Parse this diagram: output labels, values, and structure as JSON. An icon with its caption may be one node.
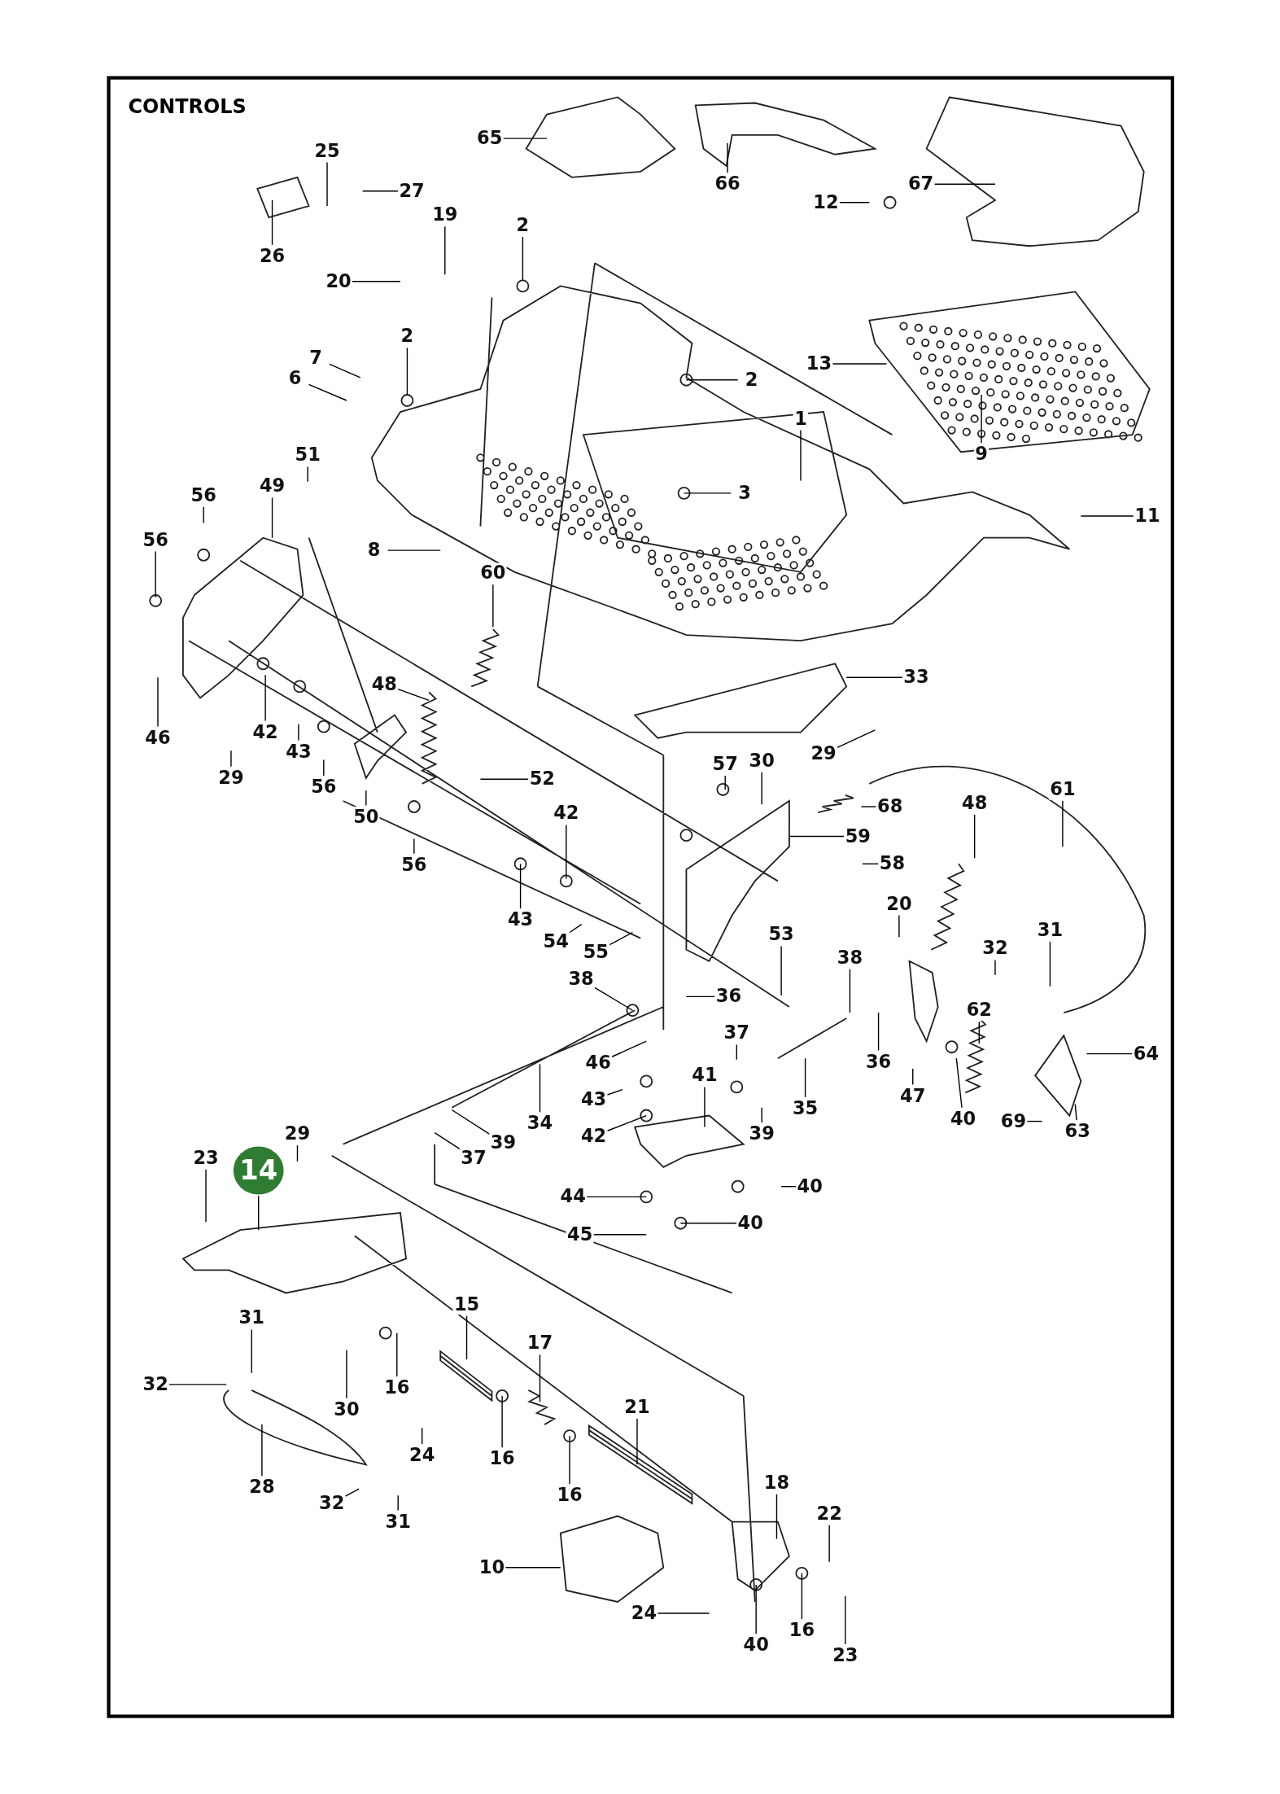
{
  "diagram": {
    "title": "CONTROLS",
    "nodes": [
      {
        "text": [
          "65"
        ]
      },
      {
        "text": [
          "66"
        ]
      },
      {
        "text": [
          "67"
        ]
      },
      {
        "text": [
          "25"
        ]
      },
      {
        "text": [
          "27"
        ]
      },
      {
        "text": [
          "19"
        ]
      },
      {
        "text": [
          "26"
        ]
      },
      {
        "text": [
          "12"
        ]
      },
      {
        "text": [
          "2"
        ]
      },
      {
        "text": [
          "20"
        ]
      },
      {
        "text": [
          "2"
        ]
      },
      {
        "text": [
          "7"
        ]
      },
      {
        "text": [
          "6"
        ]
      },
      {
        "text": [
          "13"
        ]
      },
      {
        "text": [
          "2"
        ]
      },
      {
        "text": [
          "1"
        ]
      },
      {
        "text": [
          "9"
        ]
      },
      {
        "text": [
          "3"
        ]
      },
      {
        "text": [
          "11"
        ]
      },
      {
        "text": [
          "51"
        ]
      },
      {
        "text": [
          "56"
        ]
      },
      {
        "text": [
          "49"
        ]
      },
      {
        "text": [
          "56"
        ]
      },
      {
        "text": [
          "8"
        ]
      },
      {
        "text": [
          "60"
        ]
      },
      {
        "text": [
          "33"
        ]
      },
      {
        "text": [
          "46"
        ]
      },
      {
        "text": [
          "42"
        ]
      },
      {
        "text": [
          "43"
        ]
      },
      {
        "text": [
          "29"
        ]
      },
      {
        "text": [
          "48"
        ]
      },
      {
        "text": [
          "56"
        ]
      },
      {
        "text": [
          "50"
        ]
      },
      {
        "text": [
          "52"
        ]
      },
      {
        "text": [
          "29"
        ]
      },
      {
        "text": [
          "57"
        ]
      },
      {
        "text": [
          "30"
        ]
      },
      {
        "text": [
          "61"
        ]
      },
      {
        "text": [
          "48"
        ]
      },
      {
        "text": [
          "68"
        ]
      },
      {
        "text": [
          "59"
        ]
      },
      {
        "text": [
          "58"
        ]
      },
      {
        "text": [
          "42"
        ]
      },
      {
        "text": [
          "56"
        ]
      },
      {
        "text": [
          "43"
        ]
      },
      {
        "text": [
          "54"
        ]
      },
      {
        "text": [
          "55"
        ]
      },
      {
        "text": [
          "53"
        ]
      },
      {
        "text": [
          "20"
        ]
      },
      {
        "text": [
          "38"
        ]
      },
      {
        "text": [
          "31"
        ]
      },
      {
        "text": [
          "32"
        ]
      },
      {
        "text": [
          "38"
        ]
      },
      {
        "text": [
          "36"
        ]
      },
      {
        "text": [
          "62"
        ]
      },
      {
        "text": [
          "46"
        ]
      },
      {
        "text": [
          "37"
        ]
      },
      {
        "text": [
          "36"
        ]
      },
      {
        "text": [
          "47"
        ]
      },
      {
        "text": [
          "40"
        ]
      },
      {
        "text": [
          "64"
        ]
      },
      {
        "text": [
          "41"
        ]
      },
      {
        "text": [
          "43"
        ]
      },
      {
        "text": [
          "35"
        ]
      },
      {
        "text": [
          "39"
        ]
      },
      {
        "text": [
          "34"
        ]
      },
      {
        "text": [
          "39"
        ]
      },
      {
        "text": [
          "42"
        ]
      },
      {
        "text": [
          "69"
        ]
      },
      {
        "text": [
          "63"
        ]
      },
      {
        "text": [
          "29"
        ]
      },
      {
        "text": [
          "37"
        ]
      },
      {
        "text": [
          "40"
        ]
      },
      {
        "text": [
          "23"
        ]
      },
      {
        "text": [
          "14"
        ]
      },
      {
        "text": [
          "44"
        ]
      },
      {
        "text": [
          "40"
        ]
      },
      {
        "text": [
          "45"
        ]
      },
      {
        "text": [
          "15"
        ]
      },
      {
        "text": [
          "31"
        ]
      },
      {
        "text": [
          "17"
        ]
      },
      {
        "text": [
          "16"
        ]
      },
      {
        "text": [
          "32"
        ]
      },
      {
        "text": [
          "30"
        ]
      },
      {
        "text": [
          "21"
        ]
      },
      {
        "text": [
          "24"
        ]
      },
      {
        "text": [
          "16"
        ]
      },
      {
        "text": [
          "28"
        ]
      },
      {
        "text": [
          "32"
        ]
      },
      {
        "text": [
          "16"
        ]
      },
      {
        "text": [
          "31"
        ]
      },
      {
        "text": [
          "18"
        ]
      },
      {
        "text": [
          "22"
        ]
      },
      {
        "text": [
          "10"
        ]
      },
      {
        "text": [
          "24"
        ]
      },
      {
        "text": [
          "40"
        ]
      },
      {
        "text": [
          "16"
        ]
      },
      {
        "text": [
          "23"
        ]
      }
    ],
    "edges": [
      {
        "from": 0,
        "to": null,
        "arrow": "none"
      },
      {
        "from": 1,
        "to": null,
        "arrow": "none"
      },
      {
        "from": 2,
        "to": null,
        "arrow": "none"
      },
      {
        "from": 3,
        "to": null,
        "arrow": "none"
      },
      {
        "from": 4,
        "to": null,
        "arrow": "none"
      },
      {
        "from": 5,
        "to": null,
        "arrow": "none"
      },
      {
        "from": 6,
        "to": null,
        "arrow": "none"
      },
      {
        "from": 7,
        "to": null,
        "arrow": "none"
      },
      {
        "from": 8,
        "to": null,
        "arrow": "none"
      },
      {
        "from": 9,
        "to": null,
        "arrow": "none"
      },
      {
        "from": 10,
        "to": null,
        "arrow": "none"
      },
      {
        "from": 11,
        "to": null,
        "arrow": "none"
      },
      {
        "from": 12,
        "to": null,
        "arrow": "none"
      },
      {
        "from": 13,
        "to": null,
        "arrow": "none"
      },
      {
        "from": 14,
        "to": null,
        "arrow": "none"
      },
      {
        "from": 15,
        "to": null,
        "arrow": "none"
      },
      {
        "from": 16,
        "to": null,
        "arrow": "none"
      },
      {
        "from": 17,
        "to": null,
        "arrow": "none"
      },
      {
        "from": 18,
        "to": null,
        "arrow": "none"
      },
      {
        "from": 19,
        "to": null,
        "arrow": "none"
      },
      {
        "from": 20,
        "to": null,
        "arrow": "none"
      },
      {
        "from": 21,
        "to": null,
        "arrow": "none"
      },
      {
        "from": 22,
        "to": null,
        "arrow": "none"
      },
      {
        "from": 23,
        "to": null,
        "arrow": "none"
      },
      {
        "from": 24,
        "to": null,
        "arrow": "none"
      },
      {
        "from": 25,
        "to": null,
        "arrow": "none"
      },
      {
        "from": 26,
        "to": null,
        "arrow": "none"
      },
      {
        "from": 27,
        "to": null,
        "arrow": "none"
      },
      {
        "from": 28,
        "to": null,
        "arrow": "none"
      },
      {
        "from": 29,
        "to": null,
        "arrow": "none"
      },
      {
        "from": 30,
        "to": null,
        "arrow": "none"
      },
      {
        "from": 31,
        "to": null,
        "arrow": "none"
      },
      {
        "from": 32,
        "to": null,
        "arrow": "none"
      },
      {
        "from": 33,
        "to": null,
        "arrow": "none"
      },
      {
        "from": 34,
        "to": null,
        "arrow": "none"
      },
      {
        "from": 35,
        "to": null,
        "arrow": "none"
      },
      {
        "from": 36,
        "to": null,
        "arrow": "none"
      },
      {
        "from": 37,
        "to": null,
        "arrow": "none"
      },
      {
        "from": 38,
        "to": null,
        "arrow": "none"
      },
      {
        "from": 39,
        "to": null,
        "arrow": "none"
      },
      {
        "from": 40,
        "to": null,
        "arrow": "none"
      },
      {
        "from": 41,
        "to": null,
        "arrow": "none"
      },
      {
        "from": 42,
        "to": null,
        "arrow": "none"
      },
      {
        "from": 43,
        "to": null,
        "arrow": "none"
      },
      {
        "from": 44,
        "to": null,
        "arrow": "none"
      },
      {
        "from": 45,
        "to": null,
        "arrow": "none"
      },
      {
        "from": 46,
        "to": null,
        "arrow": "none"
      },
      {
        "from": 47,
        "to": null,
        "arrow": "none"
      },
      {
        "from": 48,
        "to": null,
        "arrow": "none"
      },
      {
        "from": 49,
        "to": null,
        "arrow": "none"
      },
      {
        "from": 50,
        "to": null,
        "arrow": "none"
      },
      {
        "from": 51,
        "to": null,
        "arrow": "none"
      },
      {
        "from": 52,
        "to": null,
        "arrow": "none"
      },
      {
        "from": 53,
        "to": null,
        "arrow": "none"
      },
      {
        "from": 54,
        "to": null,
        "arrow": "none"
      },
      {
        "from": 55,
        "to": null,
        "arrow": "none"
      },
      {
        "from": 56,
        "to": null,
        "arrow": "none"
      },
      {
        "from": 57,
        "to": null,
        "arrow": "none"
      },
      {
        "from": 58,
        "to": null,
        "arrow": "none"
      },
      {
        "from": 59,
        "to": null,
        "arrow": "none"
      },
      {
        "from": 60,
        "to": null,
        "arrow": "none"
      },
      {
        "from": 61,
        "to": null,
        "arrow": "none"
      },
      {
        "from": 62,
        "to": null,
        "arrow": "none"
      },
      {
        "from": 63,
        "to": null,
        "arrow": "none"
      },
      {
        "from": 64,
        "to": null,
        "arrow": "none"
      },
      {
        "from": 65,
        "to": null,
        "arrow": "none"
      },
      {
        "from": 66,
        "to": null,
        "arrow": "none"
      },
      {
        "from": 67,
        "to": null,
        "arrow": "none"
      },
      {
        "from": 68,
        "to": null,
        "arrow": "none"
      },
      {
        "from": 69,
        "to": null,
        "arrow": "none"
      },
      {
        "from": 70,
        "to": null,
        "arrow": "none"
      },
      {
        "from": 71,
        "to": null,
        "arrow": "none"
      },
      {
        "from": 72,
        "to": null,
        "arrow": "none"
      },
      {
        "from": 73,
        "to": null,
        "arrow": "none"
      },
      {
        "from": 74,
        "to": null,
        "arrow": "none"
      },
      {
        "from": 75,
        "to": null,
        "arrow": "none"
      },
      {
        "from": 76,
        "to": null,
        "arrow": "none"
      },
      {
        "from": 77,
        "to": null,
        "arrow": "none"
      },
      {
        "from": 78,
        "to": null,
        "arrow": "none"
      },
      {
        "from": 79,
        "to": null,
        "arrow": "none"
      },
      {
        "from": 80,
        "to": null,
        "arrow": "none"
      },
      {
        "from": 81,
        "to": null,
        "arrow": "none"
      },
      {
        "from": 82,
        "to": null,
        "arrow": "none"
      },
      {
        "from": 83,
        "to": null,
        "arrow": "none"
      },
      {
        "from": 84,
        "to": null,
        "arrow": "none"
      },
      {
        "from": 85,
        "to": null,
        "arrow": "none"
      },
      {
        "from": 86,
        "to": null,
        "arrow": "none"
      },
      {
        "from": 87,
        "to": null,
        "arrow": "none"
      },
      {
        "from": 88,
        "to": null,
        "arrow": "none"
      },
      {
        "from": 89,
        "to": null,
        "arrow": "none"
      },
      {
        "from": 90,
        "to": null,
        "arrow": "none"
      },
      {
        "from": 91,
        "to": null,
        "arrow": "none"
      },
      {
        "from": 92,
        "to": null,
        "arrow": "none"
      },
      {
        "from": 93,
        "to": null,
        "arrow": "none"
      },
      {
        "from": 94,
        "to": null,
        "arrow": "none"
      },
      {
        "from": 95,
        "to": null,
        "arrow": "none"
      },
      {
        "from": 96,
        "to": null,
        "arrow": "none"
      },
      {
        "from": 97,
        "to": null,
        "arrow": "none"
      }
    ]
  }
}
